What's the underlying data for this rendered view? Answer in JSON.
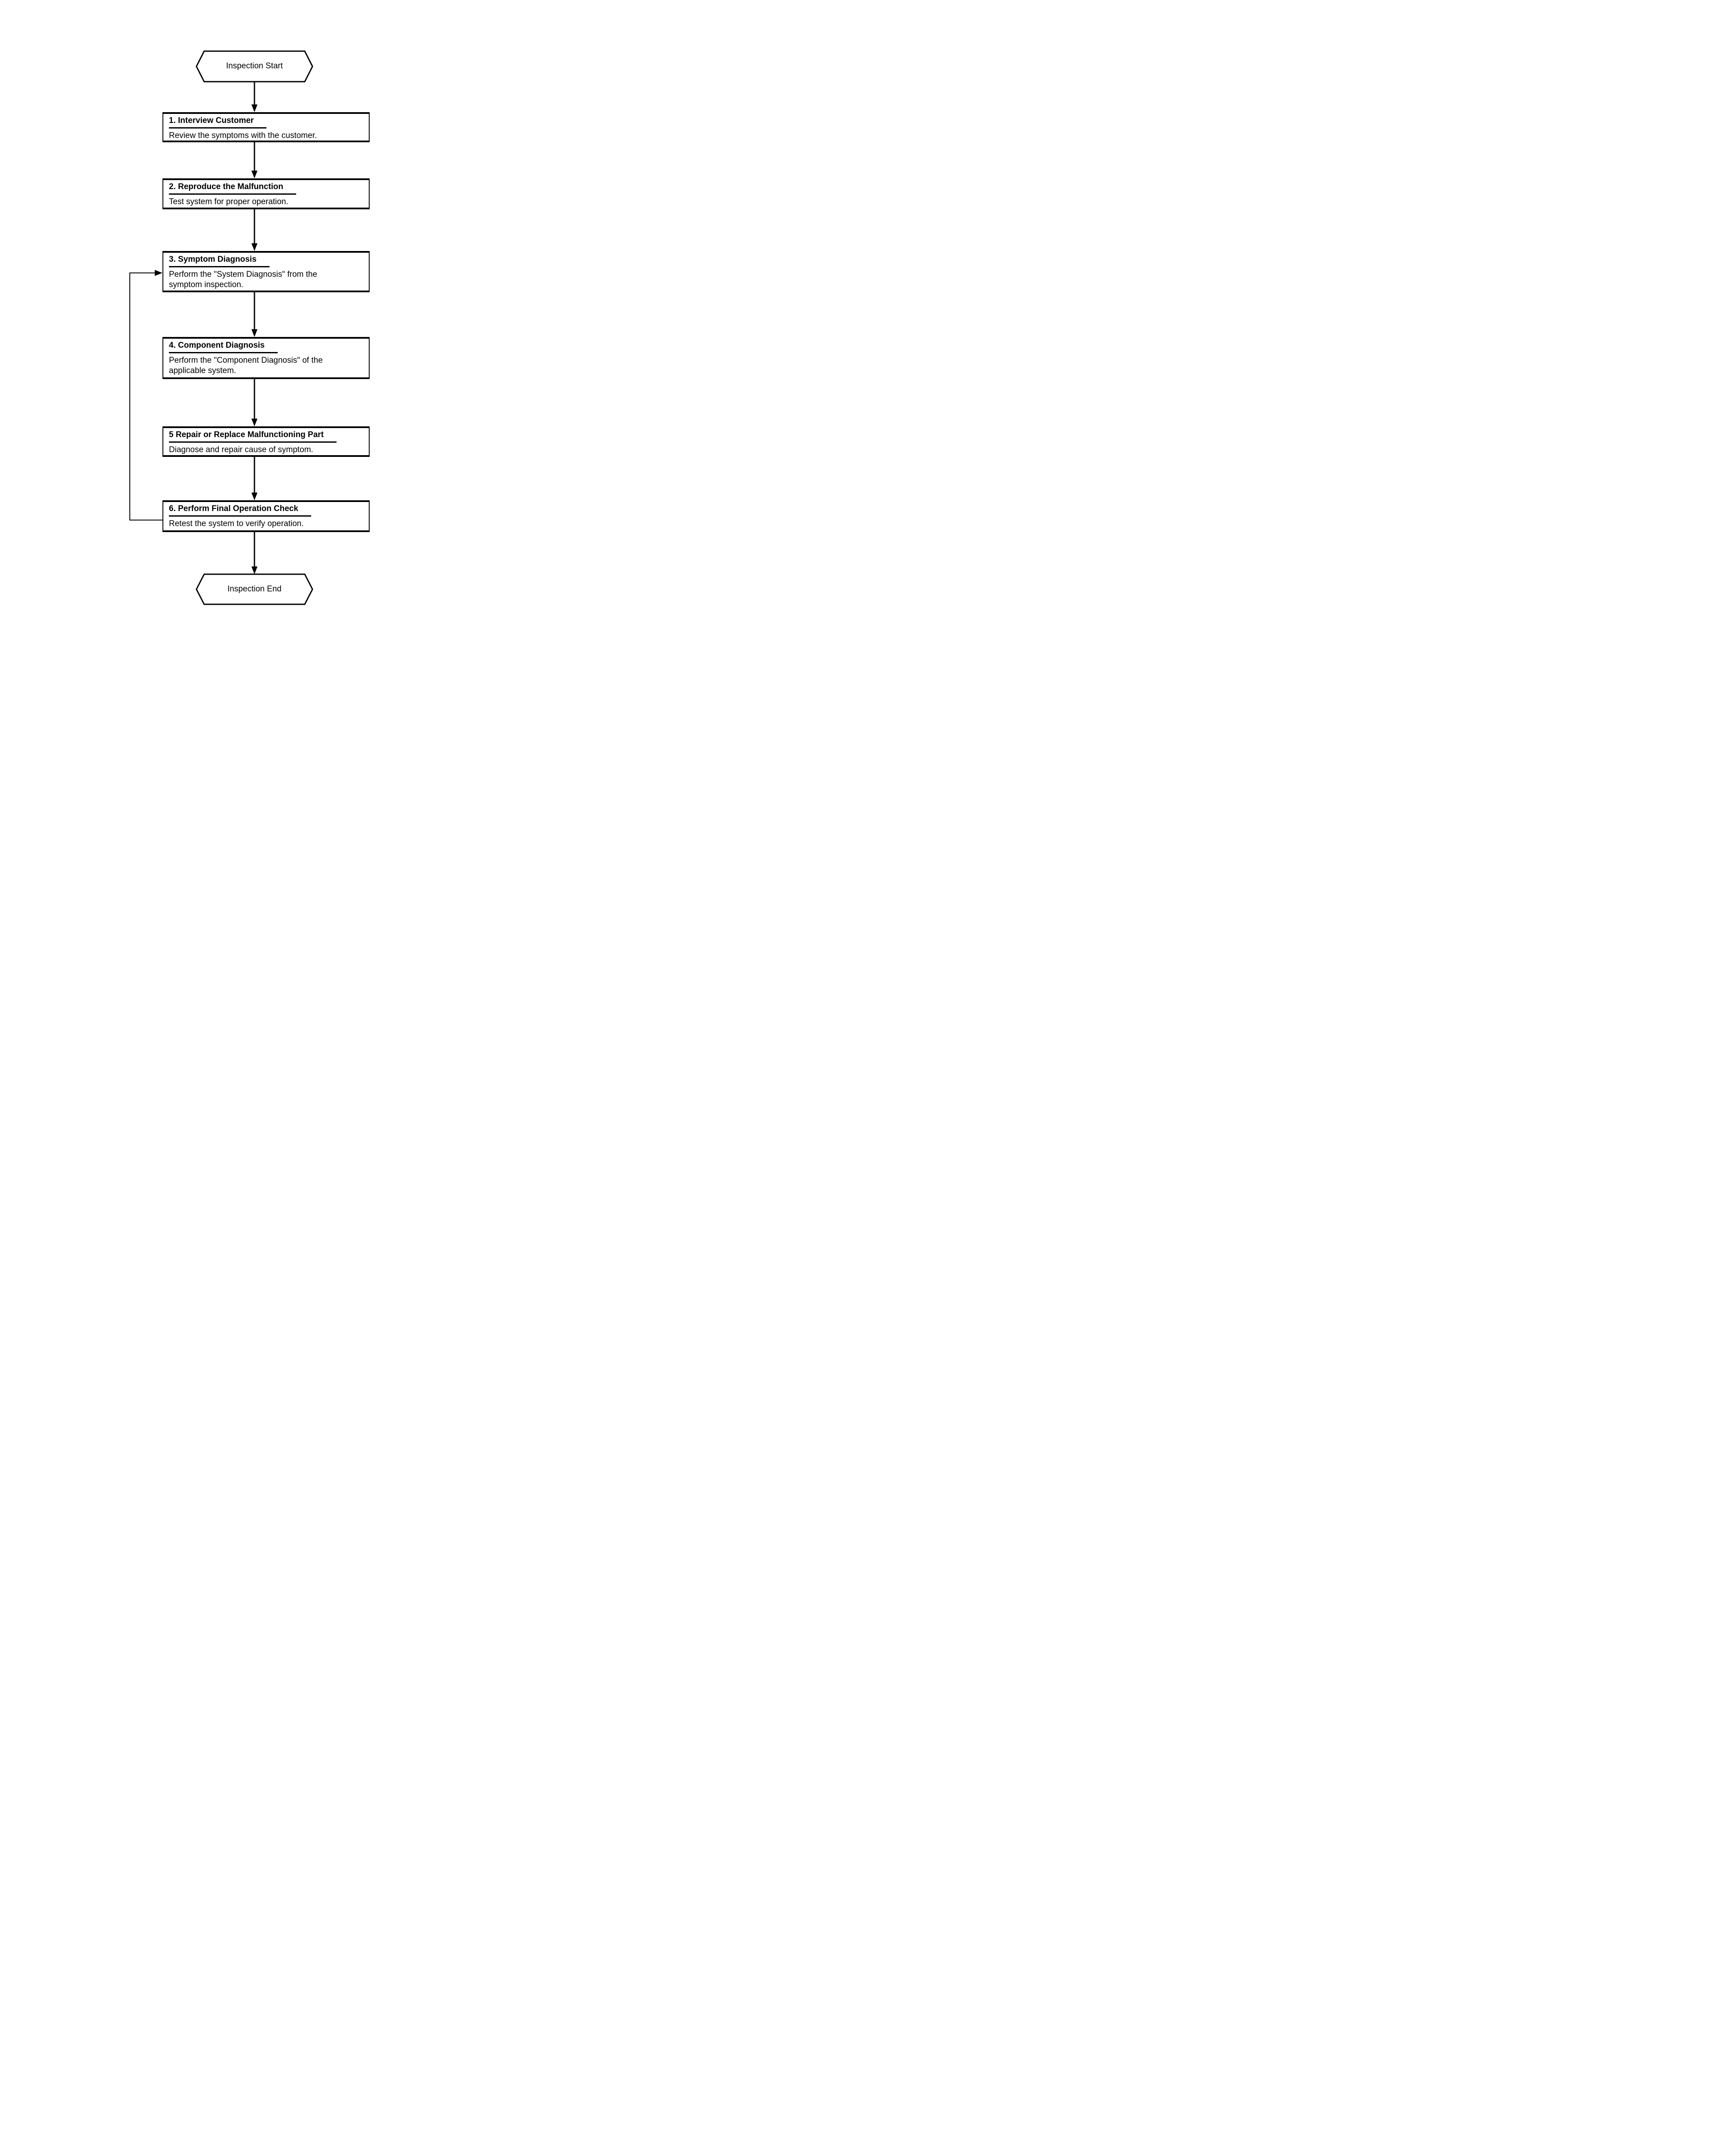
{
  "diagram": {
    "start": {
      "label": "Inspection Start"
    },
    "end": {
      "label": "Inspection End"
    },
    "steps": [
      {
        "title": "1. Interview Customer",
        "description": "Review the symptoms with the customer."
      },
      {
        "title": "2. Reproduce the Malfunction",
        "description": "Test system for proper operation."
      },
      {
        "title": "3. Symptom Diagnosis",
        "description": "Perform the \"System Diagnosis\" from the symptom inspection."
      },
      {
        "title": "4. Component Diagnosis",
        "description": "Perform the \"Component Diagnosis\" of the applicable system."
      },
      {
        "title": "5 Repair or Replace Malfunctioning Part",
        "description": "Diagnose and repair cause of symptom."
      },
      {
        "title": "6. Perform Final Operation Check",
        "description": "Retest the system to verify operation."
      }
    ],
    "colors": {
      "line": "#000000",
      "background": "#ffffff",
      "text": "#000000"
    }
  }
}
